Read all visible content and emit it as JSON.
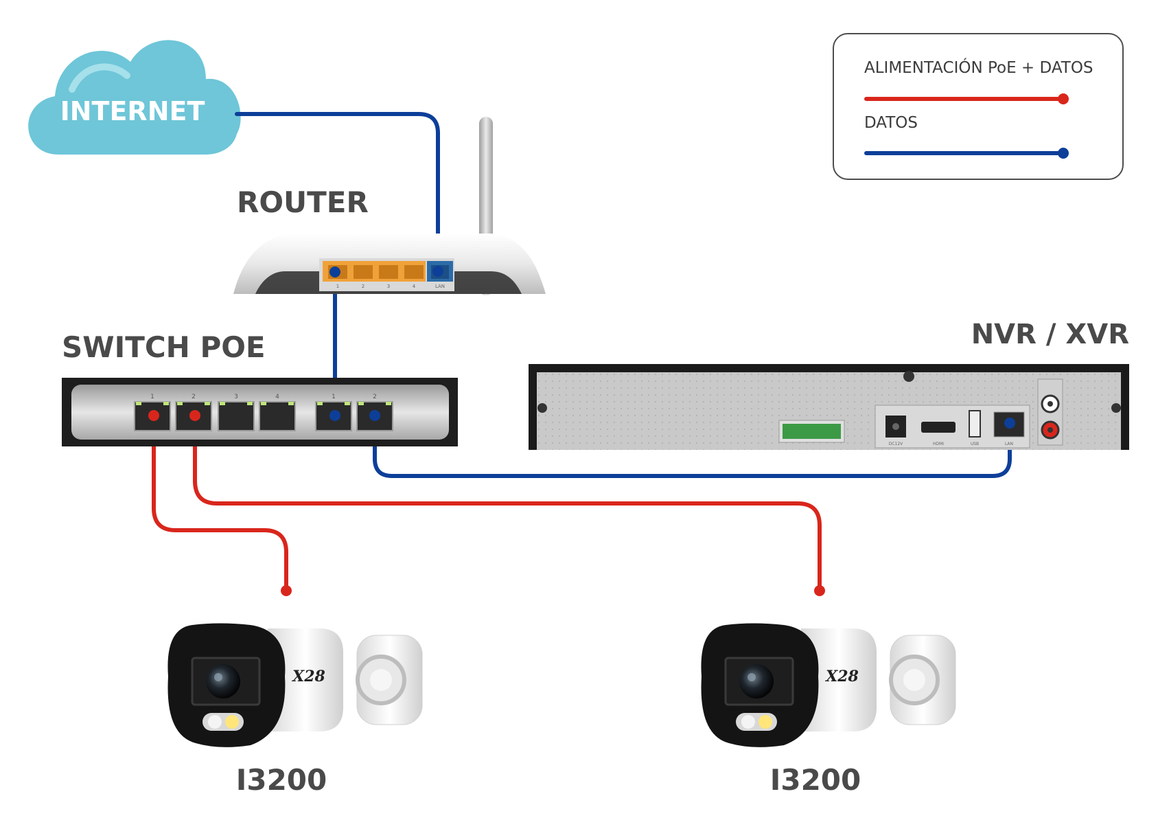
{
  "labels": {
    "internet": "INTERNET",
    "router": "ROUTER",
    "switch": "SWITCH POE",
    "nvr": "NVR / XVR",
    "camera_left": "I3200",
    "camera_right": "I3200",
    "router_ports": [
      "1",
      "2",
      "3",
      "4",
      "LAN"
    ],
    "switch_ports": [
      "1",
      "2",
      "3",
      "4",
      "1",
      "2"
    ],
    "nvr_ports": [
      "DC12V",
      "HDMI",
      "USB",
      "LAN"
    ],
    "camera_logo": "X28"
  },
  "legend": {
    "poe_label": "ALIMENTACIÓN PoE + DATOS",
    "data_label": "DATOS"
  },
  "colors": {
    "poe": "#d9261c",
    "data": "#0d3f99",
    "cloud": "#6ec6d8",
    "router_ports": "#f0a23a",
    "text": "#4a4a4a"
  }
}
